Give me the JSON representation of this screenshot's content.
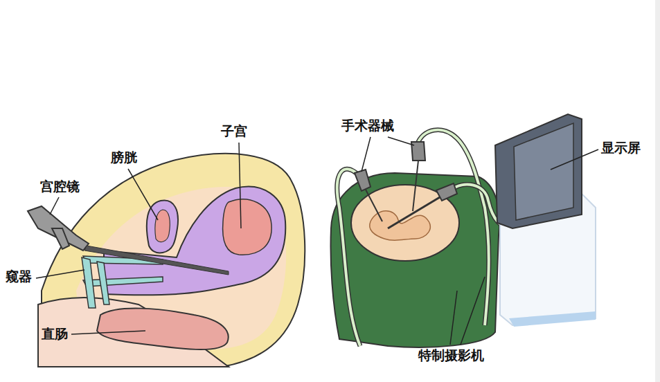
{
  "diagram": {
    "labels": [
      "宫腔镜",
      "窥器",
      "膀胱",
      "子宫",
      "直肠",
      "手术器械",
      "显示屏",
      "特制摄影机"
    ]
  }
}
